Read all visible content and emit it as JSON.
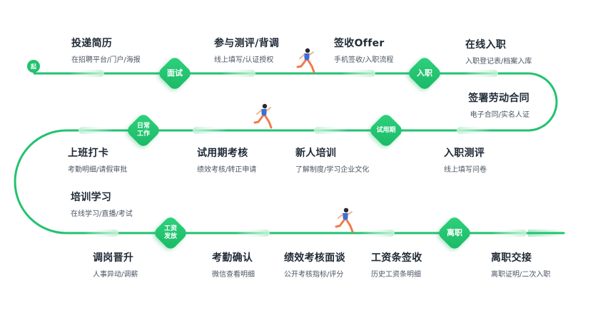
{
  "colors": {
    "track": "#22c26f",
    "accent": "#1ab865",
    "runner_shirt": "#3b6fd8",
    "runner_pants": "#f07a4a"
  },
  "start_label": "起",
  "nodes": {
    "interview": "面试",
    "onboard": "入职",
    "probation": "试用期",
    "daily": "日常\n工作",
    "payroll": "工资\n发放",
    "resign": "离职"
  },
  "steps": {
    "apply": {
      "title": "投递简历",
      "sub": "在招聘平台/门户/海报"
    },
    "assess": {
      "title": "参与测评/背调",
      "sub": "线上填写/认证授权"
    },
    "offer": {
      "title": "签收Offer",
      "sub": "手机签收/入职流程"
    },
    "onboard_online": {
      "title": "在线入职",
      "sub": "入职登记表/档案入库"
    },
    "contract": {
      "title": "签署劳动合同",
      "sub": "电子合同/实名人证"
    },
    "clock": {
      "title": "上班打卡",
      "sub": "考勤明细/请假审批"
    },
    "probation_review": {
      "title": "试用期考核",
      "sub": "绩效考核/转正申请"
    },
    "newbie_training": {
      "title": "新人培训",
      "sub": "了解制度/学习企业文化"
    },
    "onboard_test": {
      "title": "入职测评",
      "sub": "线上填写问卷"
    },
    "training": {
      "title": "培训学习",
      "sub": "在线学习/直播/考试"
    },
    "transfer": {
      "title": "调岗晋升",
      "sub": "人事异动/调薪"
    },
    "attendance": {
      "title": "考勤确认",
      "sub": "微信查看明细"
    },
    "performance": {
      "title": "绩效考核面谈",
      "sub": "公开考核指标/评分"
    },
    "payslip": {
      "title": "工资条签收",
      "sub": "历史工资条明细"
    },
    "exit": {
      "title": "离职交接",
      "sub": "离职证明/二次入职"
    }
  }
}
